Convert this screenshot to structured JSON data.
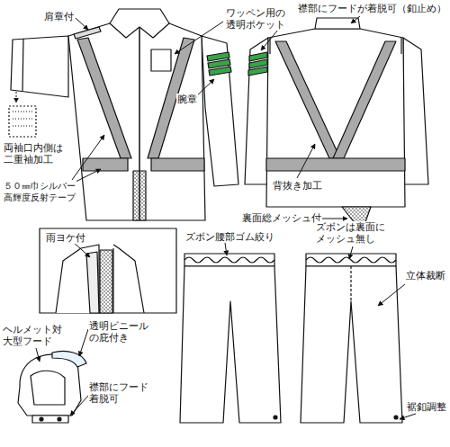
{
  "diagram": {
    "labels": [
      "肩章付",
      "ワッペン用の 透明ポケット",
      "襟部にフードが着脱可（釦止め）",
      "腕章",
      "両袖口内側は 二重袖加工",
      "５０㎜巾シルバー 高輝度反射テープ",
      "背抜き加工",
      "裏面総メッシュ付",
      "雨ヨケ付",
      "ズボン腰部ゴム絞り",
      "ズボンは裏面に メッシュ無し",
      "立体裁断",
      "ヘルメット対 大型フード",
      "透明ビニール の庇付き",
      "襟部にフード 着脱可",
      "裾釦調整"
    ]
  }
}
